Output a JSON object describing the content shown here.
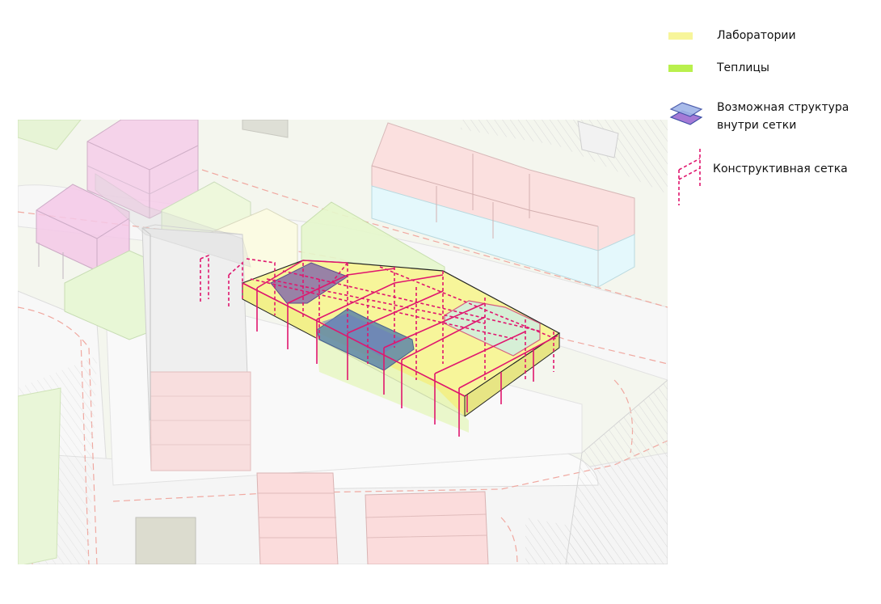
{
  "legend": {
    "labs": {
      "label": "Лаборатории",
      "color": "#f7f59a"
    },
    "greenhouses": {
      "label": "Теплицы",
      "color": "#b9f04d"
    },
    "structure": {
      "line1": "Возможная структура",
      "line2": "внутри сетки",
      "fill_top": "#9fb4e8",
      "fill_bottom": "#a57ad6",
      "stroke": "#3d4fa6"
    },
    "grid": {
      "label": "Конструктивная сетка",
      "color": "#e0166e"
    }
  }
}
